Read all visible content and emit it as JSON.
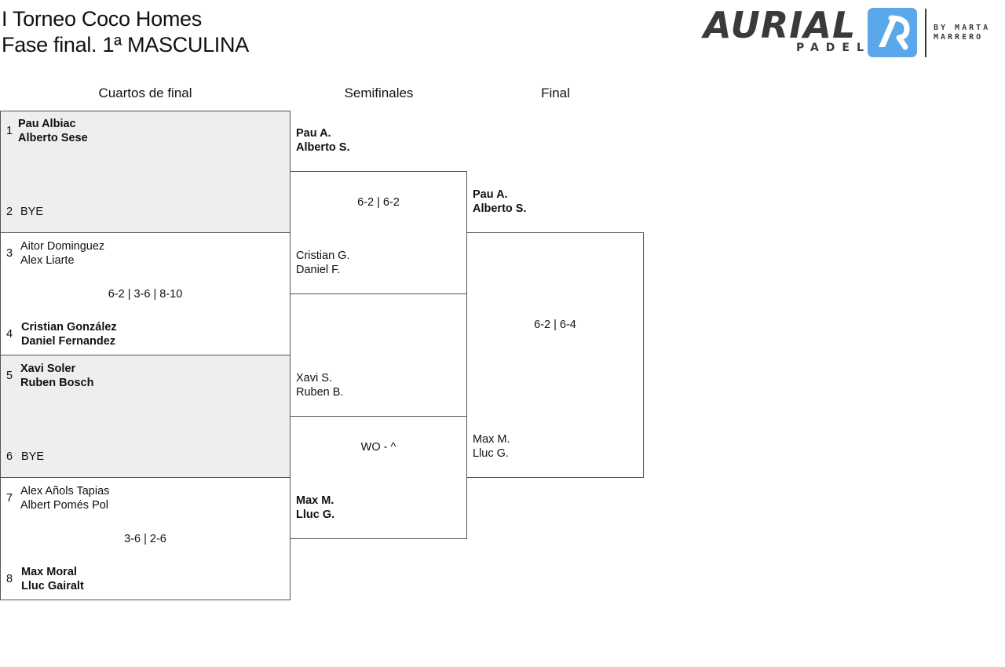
{
  "header": {
    "title_line1": "I Torneo Coco Homes",
    "title_line2": "Fase final. 1ª MASCULINA"
  },
  "logo": {
    "wordmark": "AURIAL",
    "sub": "PADEL",
    "by_line1": "BY MARTA",
    "by_line2": "MARRERO"
  },
  "rounds": {
    "quarterfinals": "Cuartos de final",
    "semifinals": "Semifinales",
    "final": "Final"
  },
  "quarterfinals": [
    {
      "top": {
        "seed": "1",
        "players": [
          "Pau Albiac",
          "Alberto Sese"
        ],
        "winner": true
      },
      "bottom": {
        "seed": "2",
        "players": [
          "BYE"
        ],
        "winner": false
      },
      "score": ""
    },
    {
      "top": {
        "seed": "3",
        "players": [
          "Aitor Dominguez",
          "Alex Liarte"
        ],
        "winner": false
      },
      "bottom": {
        "seed": "4",
        "players": [
          "Cristian González",
          "Daniel Fernandez"
        ],
        "winner": true
      },
      "score": "6-2 | 3-6 | 8-10"
    },
    {
      "top": {
        "seed": "5",
        "players": [
          "Xavi Soler",
          "Ruben Bosch"
        ],
        "winner": true
      },
      "bottom": {
        "seed": "6",
        "players": [
          "BYE"
        ],
        "winner": false
      },
      "score": ""
    },
    {
      "top": {
        "seed": "7",
        "players": [
          "Alex Añols Tapias",
          "Albert Pomés Pol"
        ],
        "winner": false
      },
      "bottom": {
        "seed": "8",
        "players": [
          "Max Moral",
          "Lluc Gairalt"
        ],
        "winner": true
      },
      "score": "3-6 | 2-6"
    }
  ],
  "semifinals": [
    {
      "top": {
        "players": [
          "Pau A.",
          "Alberto S."
        ],
        "winner": true
      },
      "bottom": {
        "players": [
          "Cristian G.",
          "Daniel F."
        ],
        "winner": false
      },
      "score": "6-2 | 6-2"
    },
    {
      "top": {
        "players": [
          "Xavi S.",
          "Ruben B."
        ],
        "winner": false
      },
      "bottom": {
        "players": [
          "Max M.",
          "Lluc G."
        ],
        "winner": true
      },
      "score": "WO - ^"
    }
  ],
  "final": {
    "top": {
      "players": [
        "Pau A.",
        "Alberto S."
      ],
      "winner": true
    },
    "bottom": {
      "players": [
        "Max M.",
        "Lluc G."
      ],
      "winner": false
    },
    "score": "6-2 | 6-4"
  },
  "colors": {
    "bye_box_bg": "#eeeeee",
    "logo_blue": "#5aa8ea",
    "logo_grey": "#3a3a3a",
    "border": "#555555"
  }
}
